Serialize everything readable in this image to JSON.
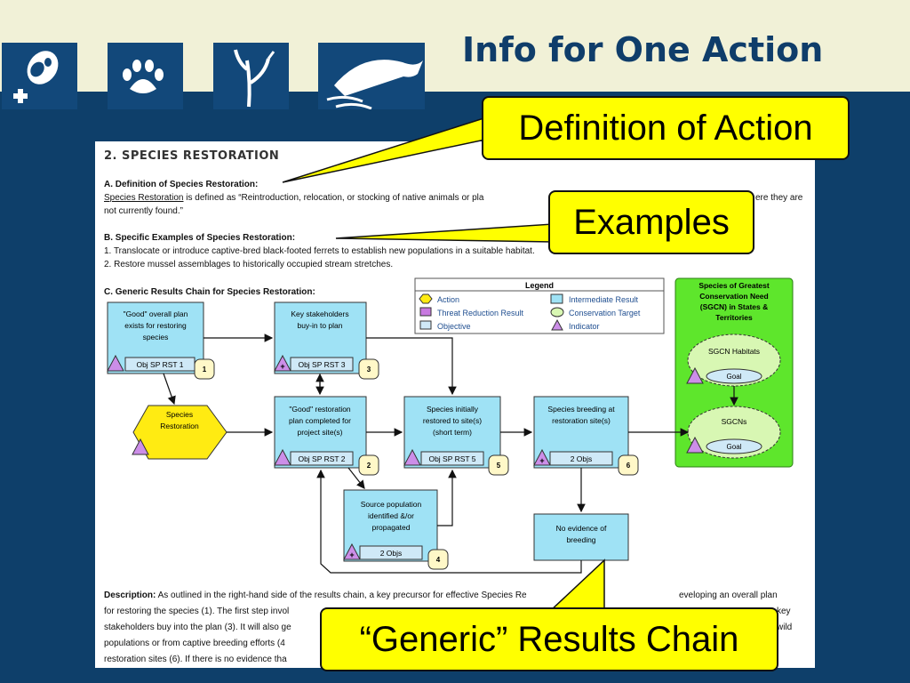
{
  "title": "Info for One Action",
  "header_icons": [
    "footprint-icon",
    "paw-print-icon",
    "plant-icon",
    "fish-icon"
  ],
  "document": {
    "section_title": "2. SPECIES RESTORATION",
    "a_heading": "A.   Definition of Species Restoration:",
    "a_term": "Species Restoration",
    "a_line1_rest": " is defined as “Reintroduction, relocation, or stocking of native animals or pla",
    "a_line1_tail": "ere they are",
    "a_line2": "not currently found.”",
    "b_heading": "B.   Specific Examples of Species Restoration:",
    "b_item1": "1.   Translocate or introduce captive-bred black-footed ferrets to establish new populations in a suitable habitat.",
    "b_item2": "2.   Restore mussel assemblages to historically occupied stream stretches.",
    "c_heading": "C.   Generic Results Chain for Species Restoration:",
    "desc_line1_label": "Description:",
    "desc_line1": " As outlined in the right-hand side of the results chain, a key precursor for effective Species Re",
    "desc_line1_tail": "eveloping an overall plan",
    "desc_line2": "for restoring the species (1). The first step invol",
    "desc_line2_tail": "key",
    "desc_line3": "stakeholders buy into the plan (3). It will also ge",
    "desc_line3_tail": "wild",
    "desc_line4": "populations or from captive breeding efforts (4",
    "desc_line5": "restoration sites (6).  If there is no evidence tha"
  },
  "legend": {
    "title": "Legend",
    "action": "Action",
    "threat_reduction": "Threat Reduction Result",
    "objective": "Objective",
    "intermediate": "Intermediate Result",
    "conservation_target": "Conservation Target",
    "indicator": "Indicator"
  },
  "chain": {
    "box1": [
      "\"Good\" overall plan",
      "exists for restoring",
      "species"
    ],
    "box1_obj": "Obj SP RST 1",
    "box1_num": "1",
    "box3": [
      "Key stakeholders",
      "buy-in to plan"
    ],
    "box3_obj": "Obj SP RST 3",
    "box3_num": "3",
    "action": [
      "Species",
      "Restoration"
    ],
    "box2": [
      "\"Good\" restoration",
      "plan completed for",
      "project site(s)"
    ],
    "box2_obj": "Obj SP RST 2",
    "box2_num": "2",
    "box5": [
      "Species initially",
      "restored to site(s)",
      "(short term)"
    ],
    "box5_obj": "Obj SP RST 5",
    "box5_num": "5",
    "box6": [
      "Species breeding at",
      "restoration site(s)"
    ],
    "box6_obj": "2 Objs",
    "box6_num": "6",
    "box4": [
      "Source population",
      "identified &/or",
      "propagated"
    ],
    "box4_obj": "2 Objs",
    "box4_num": "4",
    "no_evidence": [
      "No evidence of",
      "breeding"
    ],
    "sgcn_box": [
      "Species of Greatest",
      "Conservation Need",
      "(SGCN) in States &",
      "Territories"
    ],
    "sgcn_habitats": "SGCN Habitats",
    "goal1": "Goal",
    "sgcns": "SGCNs",
    "goal2": "Goal"
  },
  "callouts": {
    "definition": "Definition of Action",
    "examples": "Examples",
    "generic": "“Generic” Results Chain"
  },
  "colors": {
    "background": "#0e3f6a",
    "header_band": "#f1f1d7",
    "title": "#0f3d6a",
    "callout": "#ffff00",
    "intermediate_result": "#9fe2f5",
    "action": "#ffeb12",
    "conservation_target_panel": "#5ee62c",
    "indicator": "#cc8ee8"
  }
}
